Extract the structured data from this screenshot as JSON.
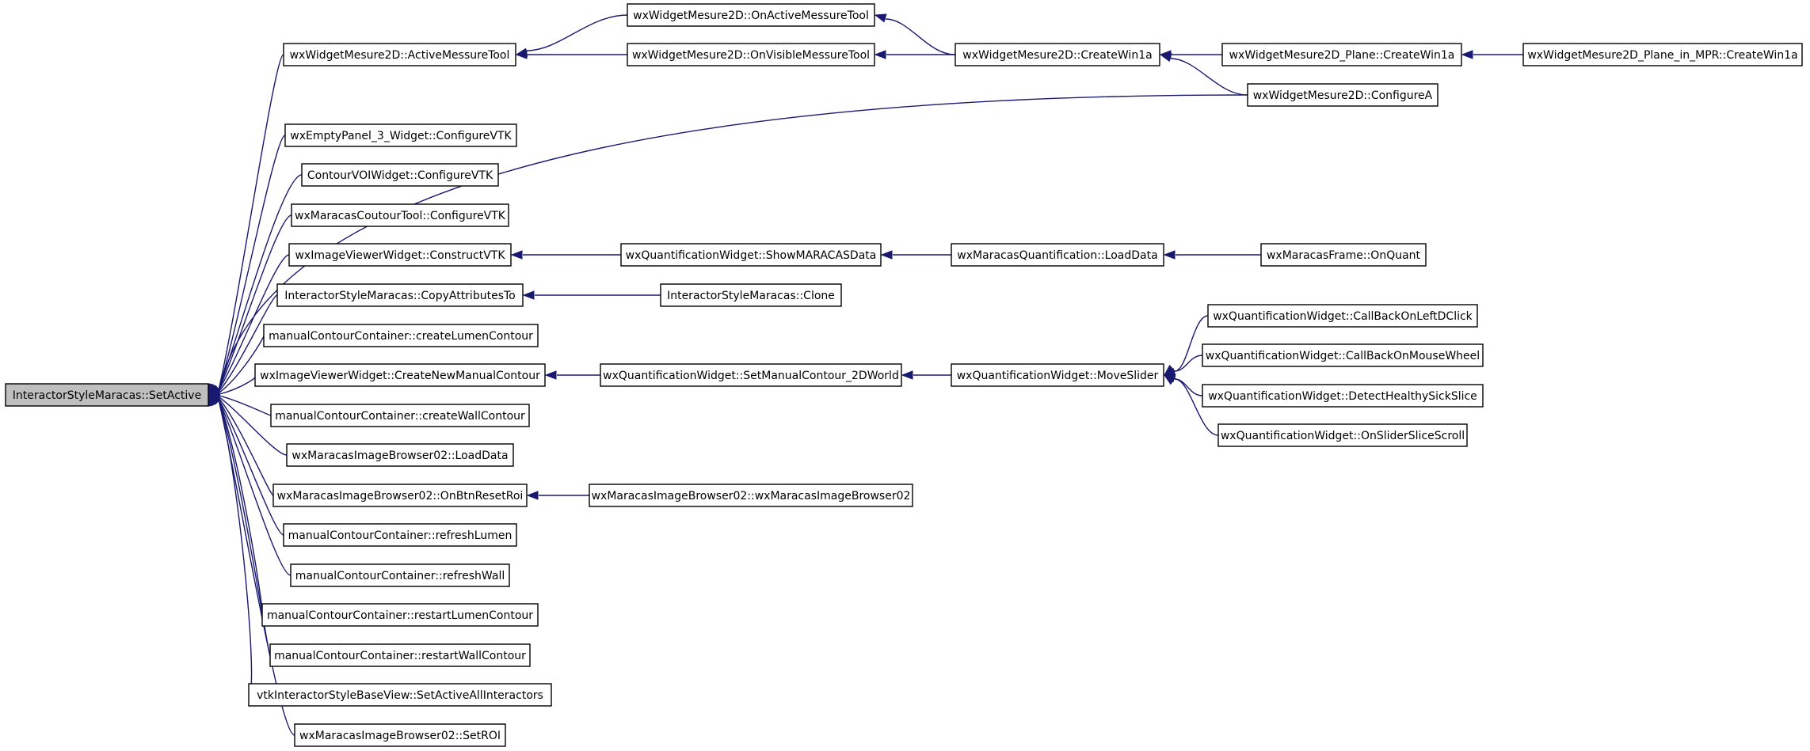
{
  "graph": {
    "nodes": [
      {
        "id": "root",
        "label": "InteractorStyleMaracas::SetActive"
      },
      {
        "id": "amt",
        "label": "wxWidgetMesure2D::ActiveMessureTool"
      },
      {
        "id": "ep3",
        "label": "wxEmptyPanel_3_Widget::ConfigureVTK"
      },
      {
        "id": "cvoi",
        "label": "ContourVOIWidget::ConfigureVTK"
      },
      {
        "id": "mct",
        "label": "wxMaracasCoutourTool::ConfigureVTK"
      },
      {
        "id": "ivw",
        "label": "wxImageViewerWidget::ConstructVTK"
      },
      {
        "id": "isc",
        "label": "InteractorStyleMaracas::CopyAttributesTo"
      },
      {
        "id": "clc",
        "label": "manualContourContainer::createLumenContour"
      },
      {
        "id": "cnmc",
        "label": "wxImageViewerWidget::CreateNewManualContour"
      },
      {
        "id": "cwc",
        "label": "manualContourContainer::createWallContour"
      },
      {
        "id": "mib_ld",
        "label": "wxMaracasImageBrowser02::LoadData"
      },
      {
        "id": "mib_reset",
        "label": "wxMaracasImageBrowser02::OnBtnResetRoi"
      },
      {
        "id": "rl",
        "label": "manualContourContainer::refreshLumen"
      },
      {
        "id": "rw",
        "label": "manualContourContainer::refreshWall"
      },
      {
        "id": "rlc",
        "label": "manualContourContainer::restartLumenContour"
      },
      {
        "id": "rwc",
        "label": "manualContourContainer::restartWallContour"
      },
      {
        "id": "vtkis",
        "label": "vtkInteractorStyleBaseView::SetActiveAllInteractors"
      },
      {
        "id": "mib_roi",
        "label": "wxMaracasImageBrowser02::SetROI"
      },
      {
        "id": "oamt",
        "label": "wxWidgetMesure2D::OnActiveMessureTool"
      },
      {
        "id": "ovmt",
        "label": "wxWidgetMesure2D::OnVisibleMessureTool"
      },
      {
        "id": "cw1a",
        "label": "wxWidgetMesure2D::CreateWin1a"
      },
      {
        "id": "cfa",
        "label": "wxWidgetMesure2D::ConfigureA"
      },
      {
        "id": "plane",
        "label": "wxWidgetMesure2D_Plane::CreateWin1a"
      },
      {
        "id": "planempr",
        "label": "wxWidgetMesure2D_Plane_in_MPR::CreateWin1a"
      },
      {
        "id": "qsm",
        "label": "wxQuantificationWidget::ShowMARACASData"
      },
      {
        "id": "mqld",
        "label": "wxMaracasQuantification::LoadData"
      },
      {
        "id": "mfoq",
        "label": "wxMaracasFrame::OnQuant"
      },
      {
        "id": "isclone",
        "label": "InteractorStyleMaracas::Clone"
      },
      {
        "id": "qsmc",
        "label": "wxQuantificationWidget::SetManualContour_2DWorld"
      },
      {
        "id": "qms",
        "label": "wxQuantificationWidget::MoveSlider"
      },
      {
        "id": "cbld",
        "label": "wxQuantificationWidget::CallBackOnLeftDClick"
      },
      {
        "id": "cbmw",
        "label": "wxQuantificationWidget::CallBackOnMouseWheel"
      },
      {
        "id": "dhss",
        "label": "wxQuantificationWidget::DetectHealthySickSlice"
      },
      {
        "id": "osss",
        "label": "wxQuantificationWidget::OnSliderSliceScroll"
      },
      {
        "id": "mibctor",
        "label": "wxMaracasImageBrowser02::wxMaracasImageBrowser02"
      }
    ],
    "edges": [
      {
        "from": "amt",
        "to": "root"
      },
      {
        "from": "ep3",
        "to": "root"
      },
      {
        "from": "cvoi",
        "to": "root"
      },
      {
        "from": "mct",
        "to": "root"
      },
      {
        "from": "ivw",
        "to": "root"
      },
      {
        "from": "isc",
        "to": "root"
      },
      {
        "from": "clc",
        "to": "root"
      },
      {
        "from": "cnmc",
        "to": "root"
      },
      {
        "from": "cwc",
        "to": "root"
      },
      {
        "from": "mib_ld",
        "to": "root"
      },
      {
        "from": "mib_reset",
        "to": "root"
      },
      {
        "from": "rl",
        "to": "root"
      },
      {
        "from": "rw",
        "to": "root"
      },
      {
        "from": "rlc",
        "to": "root"
      },
      {
        "from": "rwc",
        "to": "root"
      },
      {
        "from": "vtkis",
        "to": "root"
      },
      {
        "from": "mib_roi",
        "to": "root"
      },
      {
        "from": "cfa",
        "to": "root"
      },
      {
        "from": "oamt",
        "to": "amt"
      },
      {
        "from": "ovmt",
        "to": "amt"
      },
      {
        "from": "cw1a",
        "to": "oamt"
      },
      {
        "from": "cw1a",
        "to": "ovmt"
      },
      {
        "from": "plane",
        "to": "cw1a"
      },
      {
        "from": "cfa",
        "to": "cw1a"
      },
      {
        "from": "planempr",
        "to": "plane"
      },
      {
        "from": "qsm",
        "to": "ivw"
      },
      {
        "from": "mqld",
        "to": "qsm"
      },
      {
        "from": "mfoq",
        "to": "mqld"
      },
      {
        "from": "isclone",
        "to": "isc"
      },
      {
        "from": "qsmc",
        "to": "cnmc"
      },
      {
        "from": "qms",
        "to": "qsmc"
      },
      {
        "from": "cbld",
        "to": "qms"
      },
      {
        "from": "cbmw",
        "to": "qms"
      },
      {
        "from": "dhss",
        "to": "qms"
      },
      {
        "from": "osss",
        "to": "qms"
      },
      {
        "from": "mibctor",
        "to": "mib_reset"
      }
    ]
  },
  "colors": {
    "edge": "#191970",
    "node_border": "#000000",
    "node_fill": "#ffffff",
    "root_fill": "#bfbfbf"
  }
}
